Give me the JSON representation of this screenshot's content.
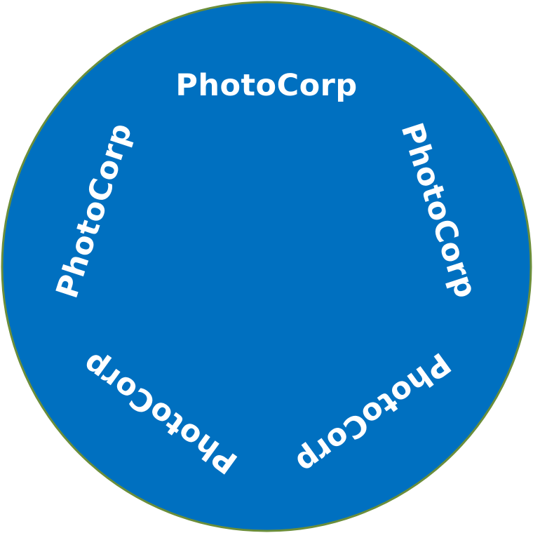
{
  "badge": {
    "fill_color": "#0070c0",
    "border_color": "#6b8e3a",
    "text_color": "#ffffff",
    "labels": [
      "PhotoCorp",
      "PhotoCorp",
      "PhotoCorp",
      "PhotoCorp",
      "PhotoCorp"
    ]
  }
}
